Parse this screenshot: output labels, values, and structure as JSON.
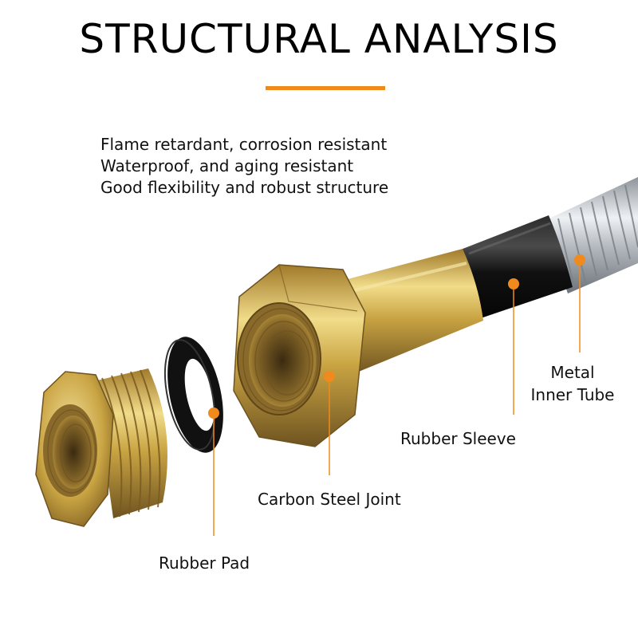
{
  "title": "STRUCTURAL ANALYSIS",
  "colors": {
    "accent": "#f08a1c",
    "brass": "#c9a443",
    "rubber": "#111111",
    "steel": "#c8ccd1"
  },
  "features": [
    "Flame retardant, corrosion resistant",
    "Waterproof, and aging resistant",
    "Good flexibility and robust structure"
  ],
  "components": {
    "metal_tube": {
      "line1": "Metal",
      "line2": "Inner Tube"
    },
    "rubber_sleeve": "Rubber Sleeve",
    "carbon_steel_joint": "Carbon Steel Joint",
    "rubber_pad": "Rubber Pad"
  }
}
